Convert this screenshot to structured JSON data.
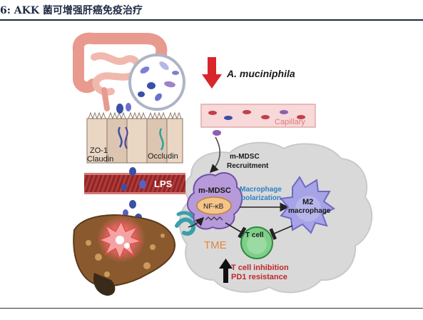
{
  "caption": "6:  AKK 菌可增强肝癌免疫治疗",
  "labels": {
    "species": "A. muciniphila",
    "capillary": "Capillary",
    "zo1": "ZO-1",
    "claudin": "Claudin",
    "occludin": "Occludin",
    "lps": "LPS",
    "recruitment_line1": "m-MDSC",
    "recruitment_line2": "Recruitment",
    "mmdsc": "m-MDSC",
    "nfkb": "NF-κB",
    "polarization_line1": "Macrophage",
    "polarization_line2": "polarization",
    "m2_line1": "M2",
    "m2_line2": "macrophage",
    "tcell": "T cell",
    "tme": "TME",
    "inhibition_line1": "T cell inhibition",
    "inhibition_line2": "PD1 resistance"
  },
  "colors": {
    "caption": "#1f2a44",
    "species_arrow": "#d9262a",
    "capillary_text": "#e07a7a",
    "lps_band": "#9e2a2b",
    "polarization_text": "#2f7fc4",
    "tme_text": "#e2873a",
    "inhibition_text": "#c0282a",
    "tcell_fill": "#7fcf8a",
    "m2_fill": "#a6a4e6",
    "mdsc_fill": "#b79ad9",
    "nfkb_fill": "#f4c48a"
  },
  "icons": [
    "intestine-icon",
    "bacteria-magnifier-icon",
    "epithelium-icon",
    "liver-tumor-icon",
    "receptor-icon"
  ]
}
